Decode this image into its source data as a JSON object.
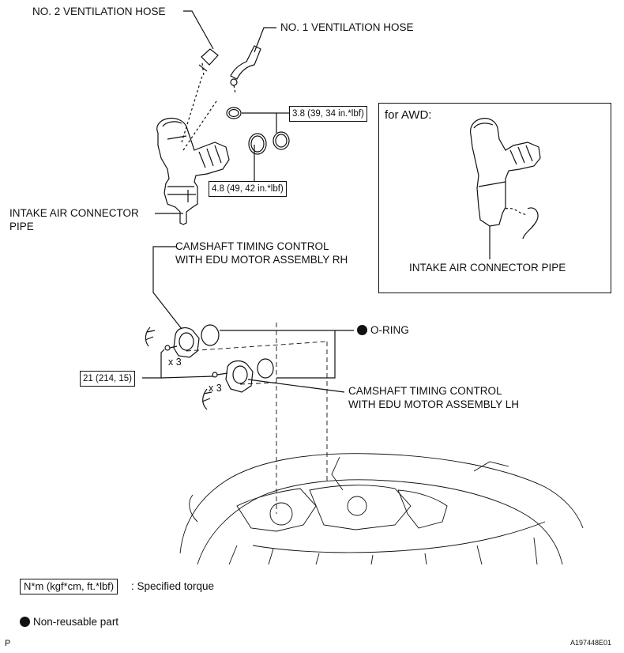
{
  "labels": {
    "no2_hose": "NO. 2 VENTILATION HOSE",
    "no1_hose": "NO. 1 VENTILATION HOSE",
    "intake_pipe_line1": "INTAKE AIR CONNECTOR",
    "intake_pipe_line2": "PIPE",
    "cam_rh_line1": "CAMSHAFT TIMING CONTROL",
    "cam_rh_line2": "WITH EDU MOTOR ASSEMBLY RH",
    "o_ring": "O-RING",
    "cam_lh_line1": "CAMSHAFT TIMING CONTROL",
    "cam_lh_line2": "WITH EDU MOTOR ASSEMBLY LH",
    "qty_rh": "x 3",
    "qty_lh": "x 3"
  },
  "torque": {
    "clamp_small": "3.8 (39, 34 in.*lbf)",
    "clamp_large": "4.8 (49, 42 in.*lbf)",
    "bolts": "21 (214, 15)"
  },
  "awd_panel": {
    "title": "for AWD:",
    "caption": "INTAKE AIR CONNECTOR PIPE"
  },
  "legend": {
    "torque_unit": "N*m (kgf*cm, ft.*lbf)",
    "torque_desc": ": Specified torque",
    "nonreusable": "Non-reusable part"
  },
  "footer": {
    "left_mark": "P",
    "figure_id": "A197448E01"
  }
}
